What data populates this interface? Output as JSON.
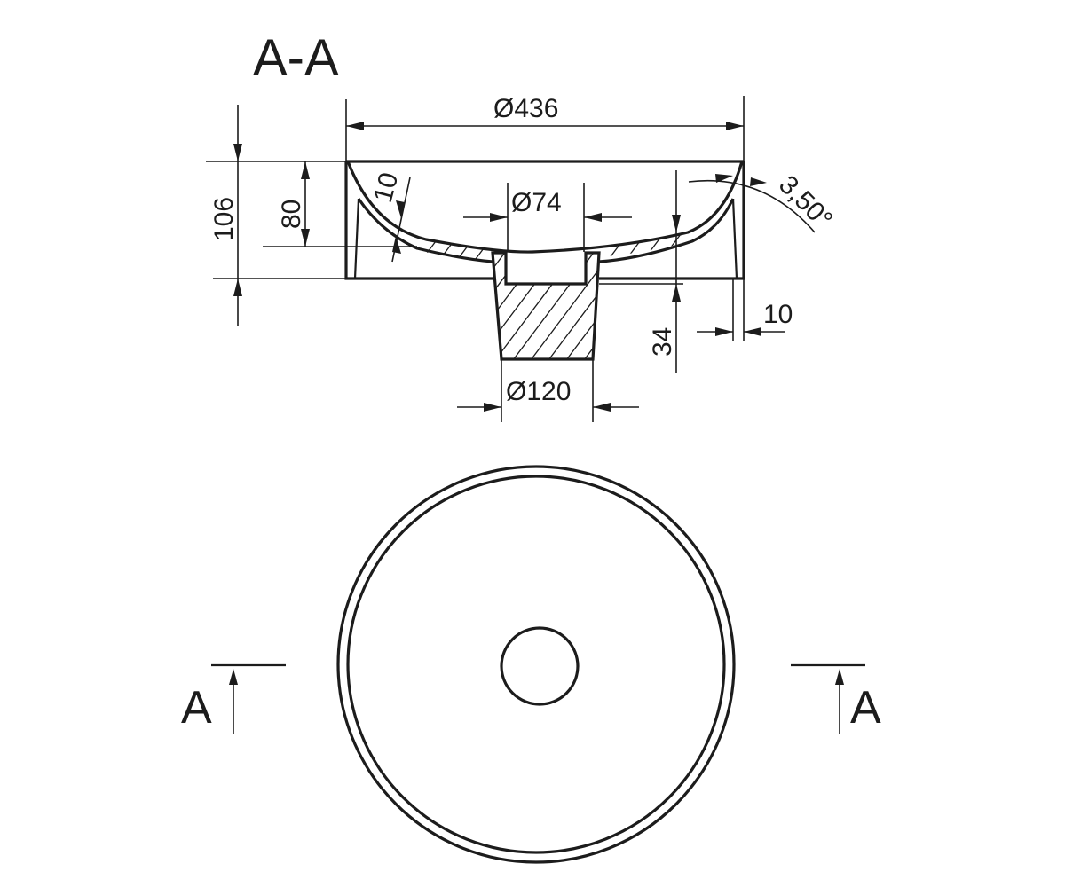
{
  "section_title": "A-A",
  "dimensions": {
    "outer_diameter": "Ø436",
    "drain_diameter": "Ø74",
    "base_diameter": "Ø120",
    "total_height": "106",
    "bowl_depth": "80",
    "wall_thickness": "10",
    "rim_thickness": "10",
    "drain_height": "34",
    "draft_angle": "3,50°"
  },
  "section_markers": {
    "left": "A",
    "right": "A"
  }
}
